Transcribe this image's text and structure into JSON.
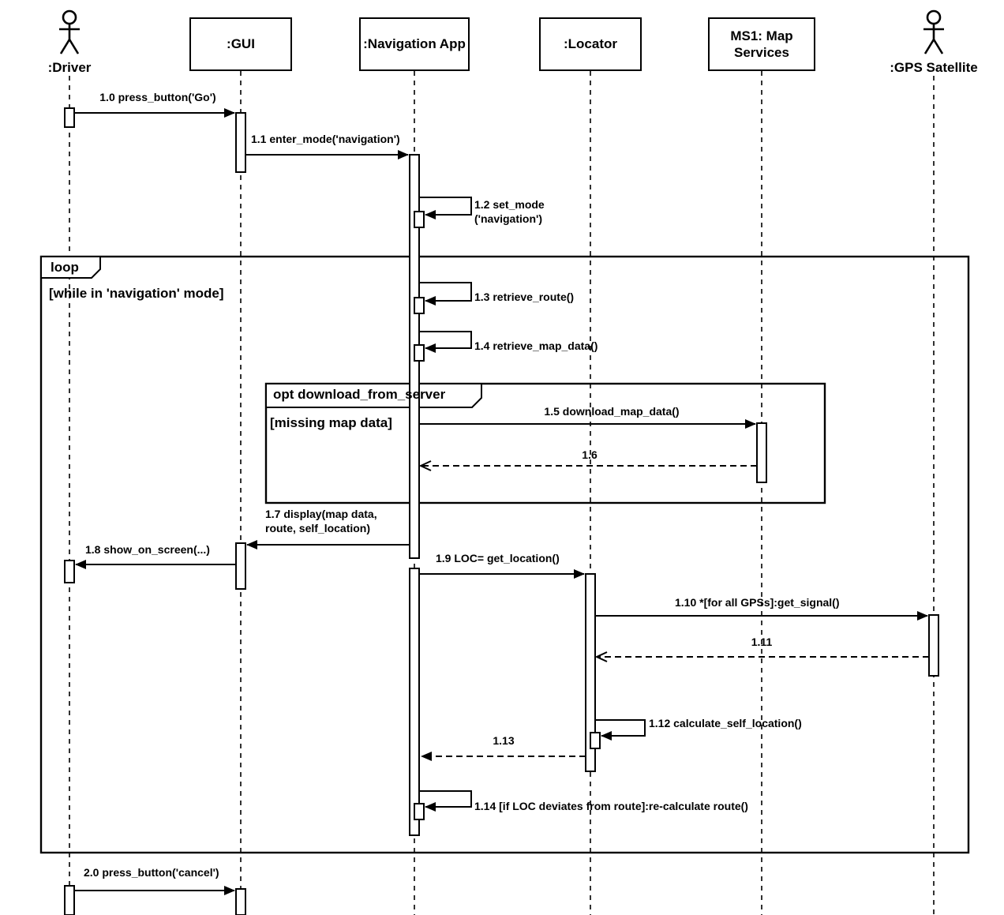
{
  "diagram_type": "uml-sequence-diagram",
  "lifelines": [
    {
      "id": "driver",
      "name": ":Driver",
      "kind": "actor"
    },
    {
      "id": "gui",
      "name": ":GUI",
      "kind": "object"
    },
    {
      "id": "navigation-app",
      "name": ":Navigation App",
      "kind": "object"
    },
    {
      "id": "locator",
      "name": ":Locator",
      "kind": "object"
    },
    {
      "id": "map-services",
      "name": "MS1: Map Services",
      "kind": "object"
    },
    {
      "id": "gps-satellite",
      "name": ":GPS Satellite",
      "kind": "actor"
    }
  ],
  "frames": {
    "loop": {
      "operator": "loop",
      "guard": "[while in 'navigation' mode]"
    },
    "opt": {
      "operator": "opt download_from_server",
      "guard": "[missing map data]"
    }
  },
  "messages": {
    "m1_0": "1.0 press_button('Go')",
    "m1_1": "1.1 enter_mode('navigation')",
    "m1_2_line1": "1.2 set_mode",
    "m1_2_line2": "('navigation')",
    "m1_3": "1.3 retrieve_route()",
    "m1_4": "1.4 retrieve_map_data()",
    "m1_5": "1.5 download_map_data()",
    "m1_6": "1.6",
    "m1_7_line1": "1.7 display(map data,",
    "m1_7_line2": "route, self_location)",
    "m1_8": "1.8 show_on_screen(...)",
    "m1_9": "1.9  LOC= get_location()",
    "m1_10": "1.10 *[for all GPSs]:get_signal()",
    "m1_11": "1.11",
    "m1_12": "1.12 calculate_self_location()",
    "m1_13": "1.13",
    "m1_14": "1.14 [if LOC deviates from route]:re-calculate route()",
    "m2_0": "2.0 press_button('cancel')"
  },
  "colors": {
    "ink": "#000000",
    "paper": "#ffffff"
  }
}
